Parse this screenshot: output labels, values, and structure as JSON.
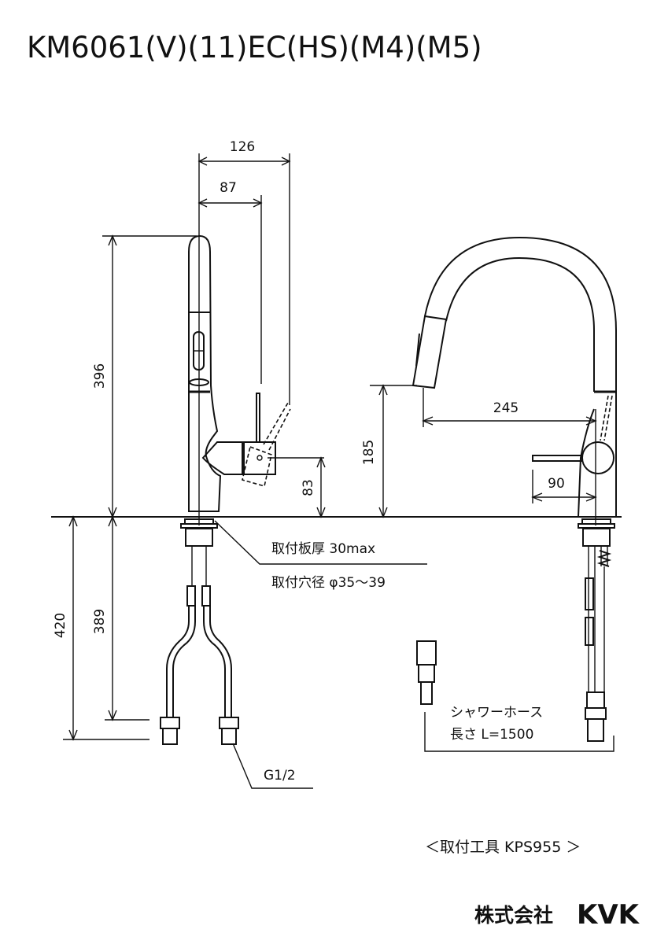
{
  "title": "KM6061(V)(11)EC(HS)(M4)(M5)",
  "dimensions": {
    "d126": "126",
    "d87": "87",
    "d396": "396",
    "d83": "83",
    "d185": "185",
    "d245": "245",
    "d90": "90",
    "d420": "420",
    "d389": "389"
  },
  "notes": {
    "plate_thickness": "取付板厚 30max",
    "hole_diameter": "取付穴径 φ35～39",
    "thread": "G1/2",
    "shower_hose_1": "シャワーホース",
    "shower_hose_2": "長さ L=1500",
    "tool": "＜取付工具 KPS955 ＞"
  },
  "brand": {
    "company": "株式会社",
    "logo": "KVK"
  }
}
